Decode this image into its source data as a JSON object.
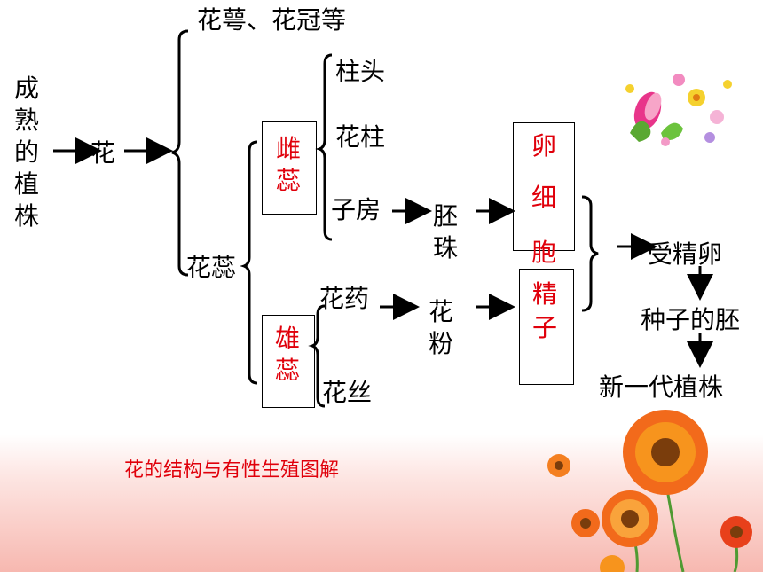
{
  "root": {
    "plant_chars": [
      "成",
      "熟",
      "的",
      "植",
      "株"
    ]
  },
  "flower": {
    "label": "花"
  },
  "upper_branch": {
    "sepals_petals": "花萼、花冠等"
  },
  "pistil_branch": {
    "pistil_label": "花蕊",
    "female": {
      "chars": [
        "雌",
        "蕊"
      ]
    },
    "male": {
      "chars": [
        "雄",
        "蕊"
      ]
    }
  },
  "female_parts": {
    "stigma": "柱头",
    "style": "花柱",
    "ovary": "子房"
  },
  "male_parts": {
    "anther": "花药",
    "filament": "花丝"
  },
  "ovule": {
    "chars": [
      "胚",
      "珠"
    ]
  },
  "pollen": {
    "chars": [
      "花",
      "粉"
    ]
  },
  "egg_cell": {
    "chars": [
      "卵",
      "细",
      "胞"
    ]
  },
  "sperm": {
    "chars": [
      "精",
      "子"
    ]
  },
  "outcome": {
    "zygote": "受精卵",
    "embryo": "种子的胚",
    "new_plant": "新一代植株"
  },
  "caption": "花的结构与有性生殖图解",
  "colors": {
    "highlight": "#e0000b",
    "band": "#f7b8b0"
  }
}
